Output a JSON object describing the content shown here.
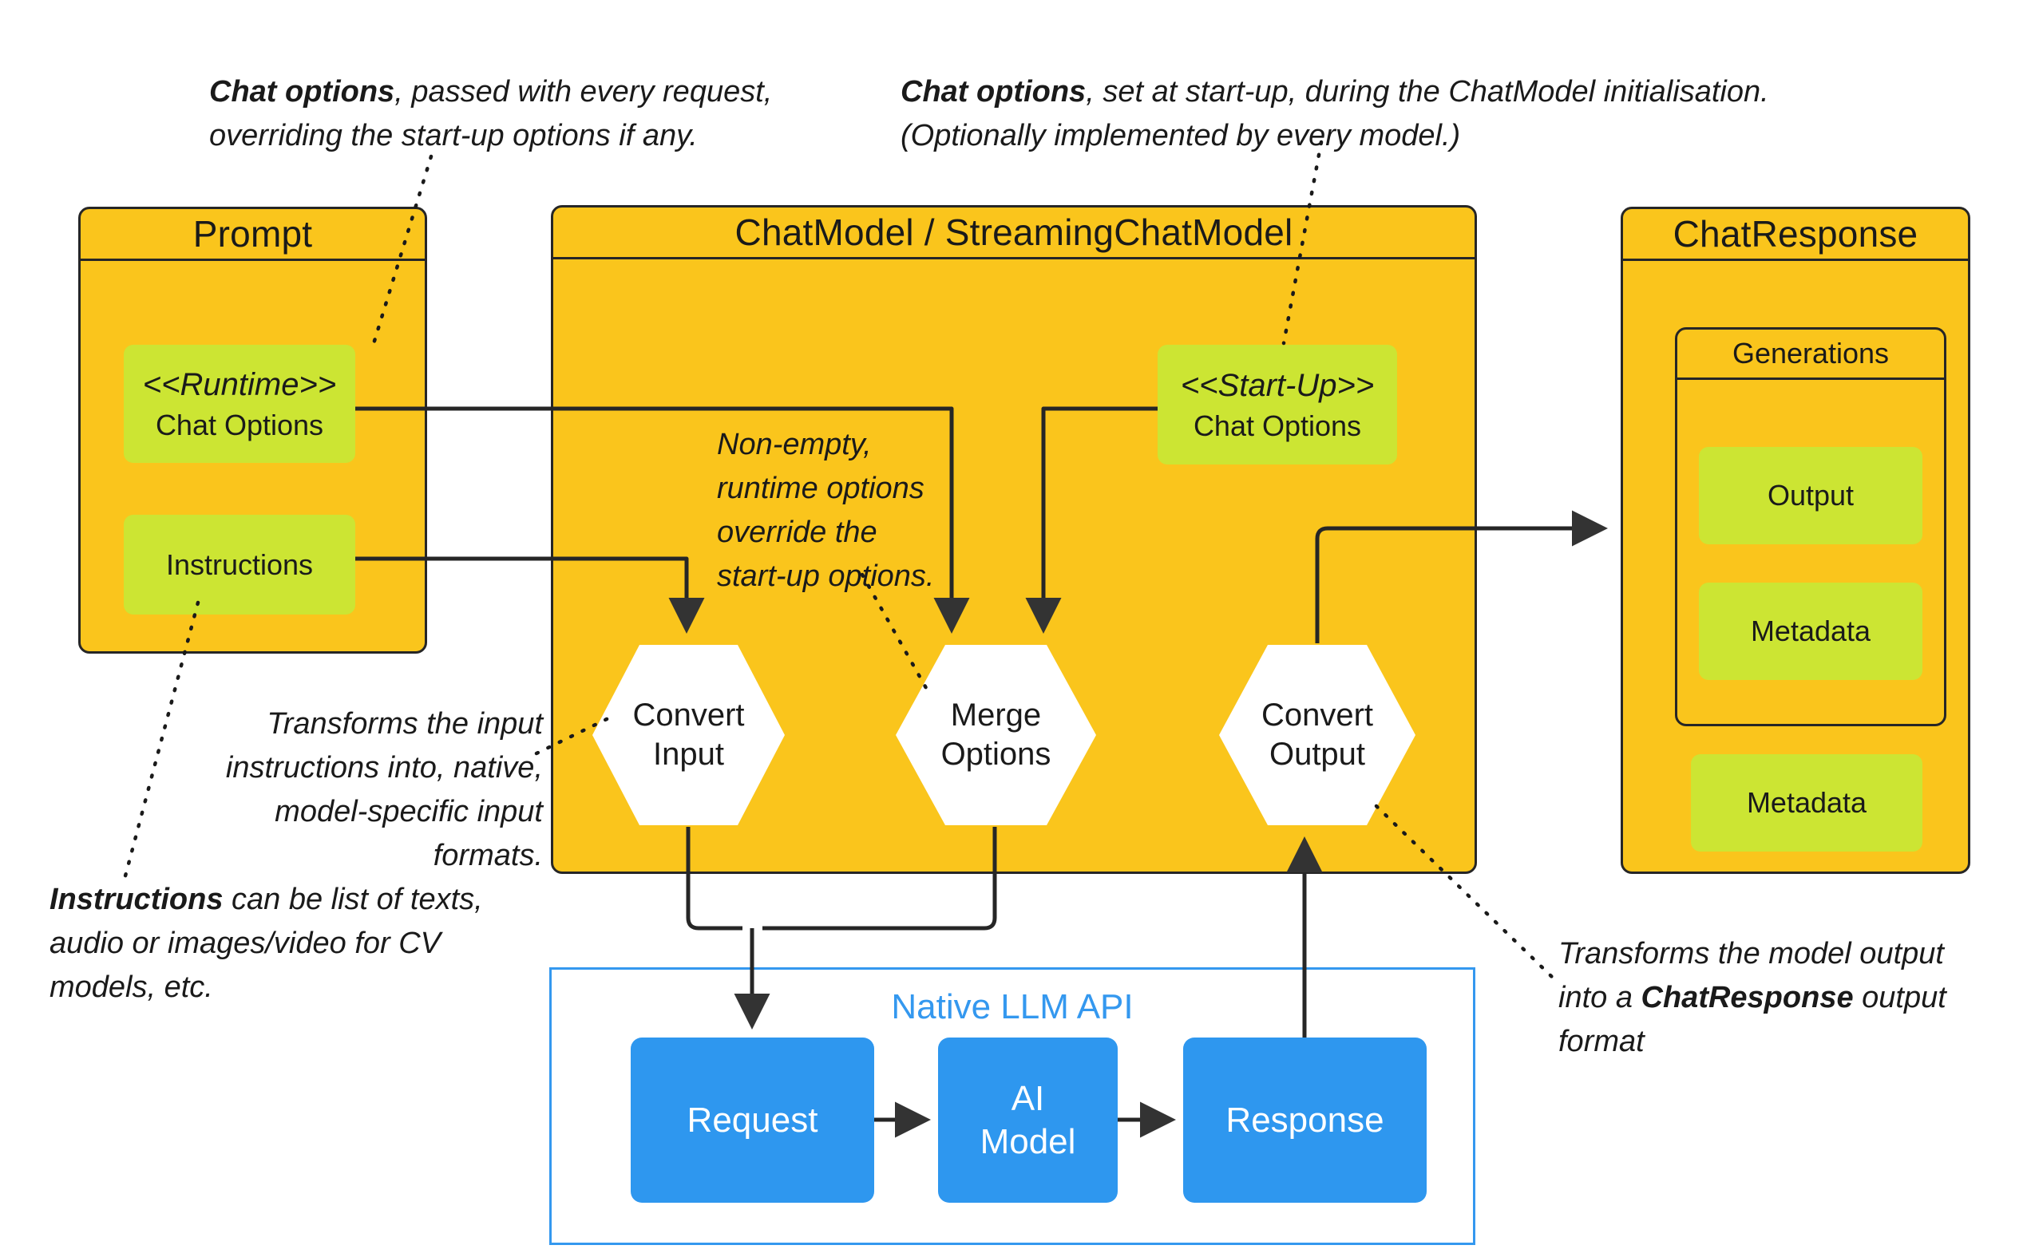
{
  "diagram": {
    "title_prompt": "Prompt",
    "title_chatmodel": "ChatModel / StreamingChatModel",
    "title_chatresponse": "ChatResponse"
  },
  "prompt_box": {
    "header": "Prompt",
    "runtime_chip": {
      "stereotype": "<<Runtime>>",
      "label": "Chat Options"
    },
    "instructions_chip": {
      "label": "Instructions"
    }
  },
  "chatmodel_box": {
    "header": "ChatModel / StreamingChatModel",
    "startup_chip": {
      "stereotype": "<<Start-Up>>",
      "label": "Chat Options"
    },
    "hexagons": [
      {
        "line1": "Convert",
        "line2": "Input"
      },
      {
        "line1": "Merge",
        "line2": "Options"
      },
      {
        "line1": "Convert",
        "line2": "Output"
      }
    ]
  },
  "chatresponse_box": {
    "header": "ChatResponse",
    "generations": {
      "header": "Generations",
      "chips": [
        "Output",
        "Metadata"
      ]
    },
    "metadata_chip": "Metadata"
  },
  "native_api": {
    "title": "Native LLM API",
    "boxes": [
      {
        "line1": "Request",
        "line2": ""
      },
      {
        "line1": "AI",
        "line2": "Model"
      },
      {
        "line1": "Response",
        "line2": ""
      }
    ]
  },
  "annotations": {
    "runtime_note": {
      "bold": "Chat options",
      "rest_line1": ", passed with every  request,",
      "line2": "overriding the start-up options if any."
    },
    "startup_note": {
      "bold": "Chat options",
      "rest_line1": ", set at start-up, during  the ChatModel initialisation.",
      "line2": "(Optionally implemented by every model.)"
    },
    "merge_note": {
      "line1": "Non-empty,",
      "line2": "runtime options",
      "line3": "override the",
      "line4": "start-up options."
    },
    "convert_input_note": {
      "line1": "Transforms the input",
      "line2": "instructions into, native,",
      "line3": "model-specific input formats."
    },
    "instructions_note": {
      "bold": "Instructions",
      "rest_line1": " can be list of texts,",
      "line2": "audio or images/video for CV",
      "line3": "models, etc."
    },
    "convert_output_note": {
      "line1": "Transforms the model output",
      "line2_pre": "into  a ",
      "line2_bold": "ChatResponse",
      "line2_post": " output",
      "line3": "format"
    }
  },
  "colors": {
    "amber": "#FAC51C",
    "lime": "#CCE533",
    "blue": "#2E97EF",
    "blue_border": "#3498EF",
    "stroke": "#262626"
  }
}
